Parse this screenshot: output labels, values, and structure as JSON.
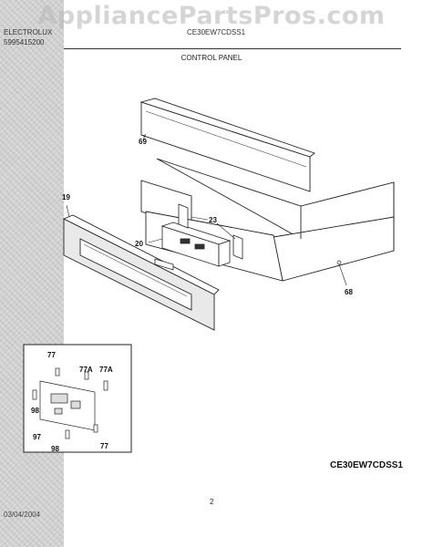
{
  "watermark": "AppliancePartsPros.com",
  "header": {
    "brand_line": "ELECTROLUX",
    "part_line": "5995415200",
    "model_line": "CE30EW7CDSS1"
  },
  "section_title": "CONTROL PANEL",
  "callouts": {
    "c69": "69",
    "c19": "19",
    "c23": "23",
    "c20": "20",
    "c68": "68",
    "c77a": "77",
    "c77A1": "77A",
    "c77A2": "77A",
    "c98a": "98",
    "c97": "97",
    "c98b": "98",
    "c77b": "77"
  },
  "model_footer": "CE30EW7CDSS1",
  "footer": {
    "date": "03/04/2004",
    "page": "2"
  }
}
